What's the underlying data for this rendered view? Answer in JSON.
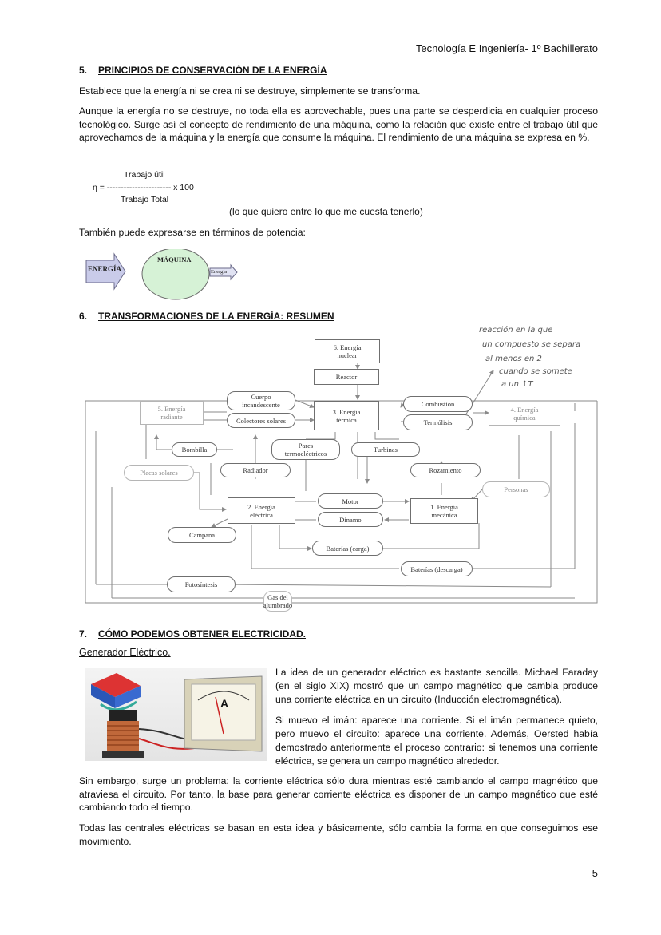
{
  "header": {
    "text": "Tecnología E Ingeniería- 1º Bachillerato"
  },
  "s5": {
    "num": "5.",
    "title": "PRINCIPIOS DE CONSERVACIÓN DE LA ENERGÍA",
    "p1": "Establece que la energía ni se crea ni se destruye, simplemente se transforma.",
    "p2": "Aunque la energía no se destruye, no toda ella es aprovechable, pues una parte se desperdicia en cualquier proceso tecnológico. Surge así el concepto de rendimiento de una máquina, como la relación que existe entre el trabajo útil que aprovechamos de la máquina y la energía que consume la máquina. El rendimiento de una máquina se expresa en %.",
    "formula": {
      "numerator": "Trabajo útil",
      "eta": "η = ----------------------- x 100",
      "denominator": "Trabajo Total"
    },
    "formula_note": "(lo que quiero entre lo que me cuesta tenerlo)",
    "p3": "También puede expresarse en términos de potencia:",
    "machine": {
      "input": "ENERGÍA",
      "machine": "MÁQUINA",
      "output": "Energía"
    }
  },
  "s6": {
    "num": "6.",
    "title": "TRANSFORMACIONES DE LA ENERGÍA: RESUMEN",
    "handwritten": [
      "reacción en la que",
      "un compuesto se separa",
      "al menos en 2",
      "cuando se somete",
      "a un ↑T"
    ],
    "nodes": {
      "nuclear": "6. Energía\nnuclear",
      "reactor": "Reactor",
      "cuerpo": "Cuerpo\nincandescente",
      "colectores": "Colectores solares",
      "radiante": "5. Energía\nradiante",
      "termica": "3. Energía\ntérmica",
      "combustion": "Combustión",
      "termolisis": "Termólisis",
      "quimica": "4. Energía\nquímica",
      "bombilla": "Bombilla",
      "pares": "Pares\ntermoeléctricos",
      "turbinas": "Turbinas",
      "placas": "Placas solares",
      "radiador": "Radiador",
      "rozamiento": "Rozamiento",
      "personas": "Personas",
      "motor": "Motor",
      "electrica": "2. Energía\neléctrica",
      "mecanica": "1. Energía\nmecánica",
      "dinamo": "Dinamo",
      "campana": "Campana",
      "bat_carga": "Baterías (carga)",
      "bat_descarga": "Baterías (descarga)",
      "fotosintesis": "Fotosíntesis",
      "gas": "Gas del\nalumbrado"
    }
  },
  "s7": {
    "num": "7.",
    "title": "CÓMO PODEMOS OBTENER ELECTRICIDAD.",
    "subtitle": "Generador Eléctrico.",
    "meter_label": "A",
    "p1": "La idea de un generador eléctrico es bastante sencilla. Michael Faraday (en el siglo XIX) mostró que un campo magnético que cambia produce una corriente eléctrica en un circuito (Inducción electromagnética).",
    "p2": "Si muevo el imán: aparece una corriente. Si el imán permanece quieto, pero muevo el circuito: aparece una corriente. Además, Oersted había demostrado anteriormente el proceso contrario: si tenemos una corriente eléctrica, se genera un campo magnético alrededor.",
    "p3": "Sin embargo, surge un problema: la corriente eléctrica sólo dura mientras esté cambiando el campo magnético que atraviesa el circuito. Por tanto, la base para generar corriente eléctrica es disponer de un campo magnético que esté cambiando todo el tiempo.",
    "p4": "Todas las centrales eléctricas se basan en esta idea y básicamente, sólo cambia la forma en que conseguimos ese movimiento."
  },
  "footer": {
    "page": "5"
  }
}
